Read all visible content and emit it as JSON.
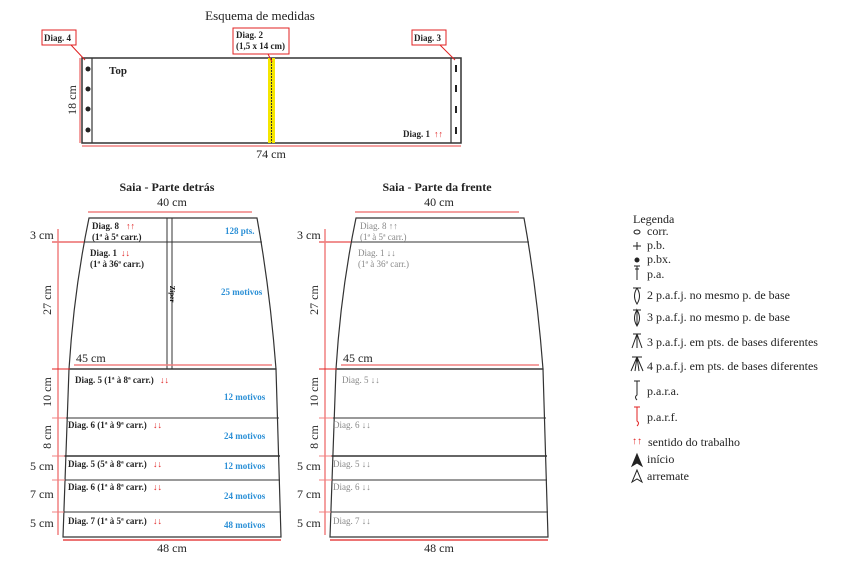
{
  "title": "Esquema de medidas",
  "top": {
    "label": "Top",
    "width": "74 cm",
    "height": "18 cm",
    "diag4": "Diag. 4",
    "diag2_line1": "Diag. 2",
    "diag2_line2": "(1,5 x 14 cm)",
    "diag3": "Diag. 3",
    "diag1": "Diag. 1",
    "arrows_up": "↑↑"
  },
  "back": {
    "title": "Saia - Parte detrás",
    "top_width": "40 cm",
    "mid_width": "45 cm",
    "bottom_width": "48 cm",
    "zipper": "Zíper",
    "heights": [
      "3 cm",
      "27 cm",
      "10 cm",
      "8 cm",
      "5 cm",
      "7 cm",
      "5 cm"
    ],
    "diag8": "Diag. 8",
    "diag8_rows": "(1ª à 5ª carr.)",
    "diag1": "Diag. 1",
    "diag1_rows": "(1ª à 36ª carr.)",
    "counts": [
      "128 pts.",
      "25 motivos",
      "12 motivos",
      "24 motivos",
      "12 motivos",
      "24 motivos",
      "48 motivos"
    ],
    "sections": [
      "Diag. 5 (1ª à 8ª carr.)",
      "Diag. 6 (1ª à 9ª carr.)",
      "Diag. 5 (5ª à 8ª carr.)",
      "Diag. 6 (1ª à 8ª carr.)",
      "Diag. 7 (1ª à 5ª carr.)"
    ],
    "arrows_up": "↑↑",
    "arrows_down": "↓↓"
  },
  "front": {
    "title": "Saia - Parte da frente",
    "top_width": "40 cm",
    "mid_width": "45 cm",
    "bottom_width": "48 cm",
    "heights": [
      "3 cm",
      "27 cm",
      "10 cm",
      "8 cm",
      "5 cm",
      "7 cm",
      "5 cm"
    ],
    "diag8": "Diag. 8 ↑↑",
    "diag8_rows": "(1ª à 5ª carr.)",
    "diag1": "Diag. 1 ↓↓",
    "diag1_rows": "(1ª à 36ª carr.)",
    "sections": [
      "Diag. 5 ↓↓",
      "Diag. 6 ↓↓",
      "Diag. 5 ↓↓",
      "Diag. 6 ↓↓",
      "Diag. 7 ↓↓"
    ]
  },
  "legend": {
    "title": "Legenda",
    "items": [
      "corr.",
      "p.b.",
      "p.bx.",
      "p.a.",
      "2 p.a.f.j. no mesmo p. de base",
      "3 p.a.f.j. no mesmo p. de base",
      "3 p.a.f.j. em pts. de bases diferentes",
      "4 p.a.f.j. em pts. de bases diferentes",
      "p.a.r.a.",
      "p.a.r.f.",
      "sentido do trabalho",
      "início",
      "arremate"
    ]
  },
  "colors": {
    "red": "#e02020",
    "blue": "#2a8fd6",
    "yellow": "#f5e600",
    "pink": "#f08080"
  }
}
